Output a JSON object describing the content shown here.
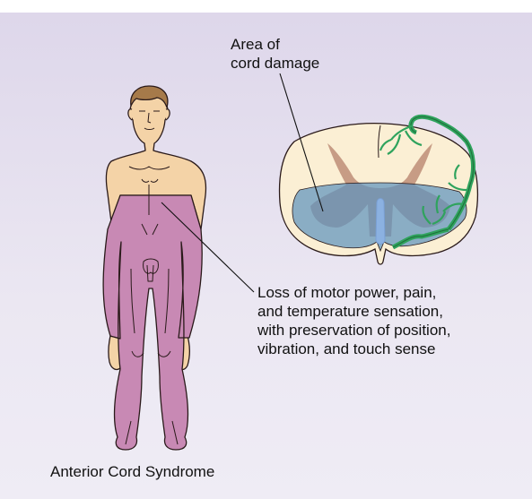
{
  "labels": {
    "damage_area": [
      "Area of",
      "cord damage"
    ],
    "loss_description": [
      "Loss of motor power, pain,",
      "and temperature sensation,",
      "with preservation of position,",
      "vibration, and touch sense"
    ],
    "caption": "Anterior Cord Syndrome"
  },
  "colors": {
    "background": "#e4deee",
    "skin": "#f4d3a7",
    "affected_region": "#c889b4",
    "outline": "#2a1a1a",
    "hair": "#a67a4a",
    "cord_white_matter": "#fbefd4",
    "cord_gray_matter": "#c79c85",
    "damaged_zone": "#5e93be",
    "anterior_artery": "#8bb1e1",
    "spinal_vessels": "#2fa35d"
  }
}
